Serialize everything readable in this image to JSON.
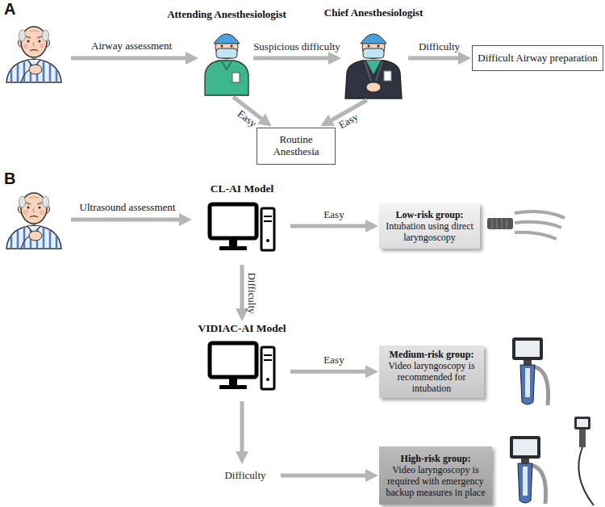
{
  "diagram": {
    "nodes": [
      {
        "text": [
          "Attending Anesthesiologist"
        ]
      },
      {
        "text": [
          "Chief Anesthesiologist"
        ]
      },
      {
        "text": [
          "Difficult Airway preparation"
        ]
      },
      {
        "text": [
          "Routine Anesthesia"
        ]
      },
      {
        "text": [
          "CL-AI Model"
        ]
      },
      {
        "text": [
          "Low-risk group:",
          "Intubation using direct laryngoscopy"
        ]
      },
      {
        "text": [
          "VIDIAC-AI Model"
        ]
      },
      {
        "text": [
          "Medium-risk group:",
          "Video laryngoscopy is recommended for intubation"
        ]
      },
      {
        "text": [
          "High-risk group:",
          "Video laryngoscopy is required with emergency backup measures in place"
        ]
      }
    ],
    "edges": [
      {
        "from": 0,
        "to": 1,
        "label": "Suspicious difficulty",
        "arrow": "to"
      },
      {
        "from": 1,
        "to": 2,
        "label": "Difficulty",
        "arrow": "to"
      },
      {
        "from": 0,
        "to": 3,
        "label": "Easy",
        "arrow": "to"
      },
      {
        "from": 1,
        "to": 3,
        "label": "Easy",
        "arrow": "to"
      },
      {
        "from": 4,
        "to": 5,
        "label": "Easy",
        "arrow": "to"
      },
      {
        "from": 4,
        "to": 6,
        "label": "Difficulty",
        "arrow": "to"
      },
      {
        "from": 6,
        "to": 7,
        "label": "Easy",
        "arrow": "to"
      },
      {
        "from": 6,
        "to": 8,
        "label": "Difficulty",
        "arrow": "to"
      }
    ],
    "labels": [
      "A",
      "Airway assessment",
      "B",
      "Ultrasound assessment"
    ]
  }
}
